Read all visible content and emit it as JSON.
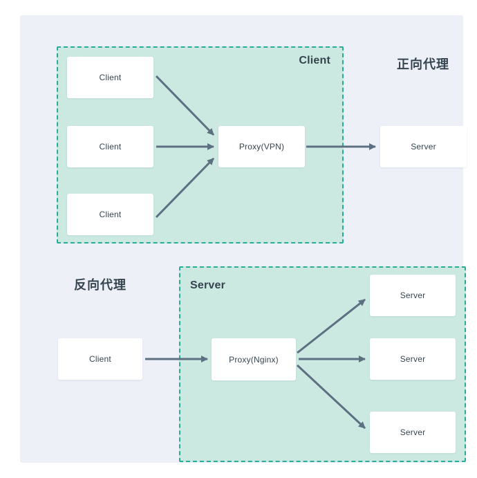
{
  "colors": {
    "panel_background": "#edf0f7",
    "group_fill": "#cbe8e1",
    "group_border": "#29ab97",
    "node_background": "#ffffff",
    "arrow": "#5d7081",
    "text": "#35444f"
  },
  "forward_proxy": {
    "section_title": "正向代理",
    "group_label": "Client",
    "clients": [
      "Client",
      "Client",
      "Client"
    ],
    "proxy_label": "Proxy(VPN)",
    "server_label": "Server"
  },
  "reverse_proxy": {
    "section_title": "反向代理",
    "group_label": "Server",
    "client_label": "Client",
    "proxy_label": "Proxy(Nginx)",
    "servers": [
      "Server",
      "Server",
      "Server"
    ]
  }
}
